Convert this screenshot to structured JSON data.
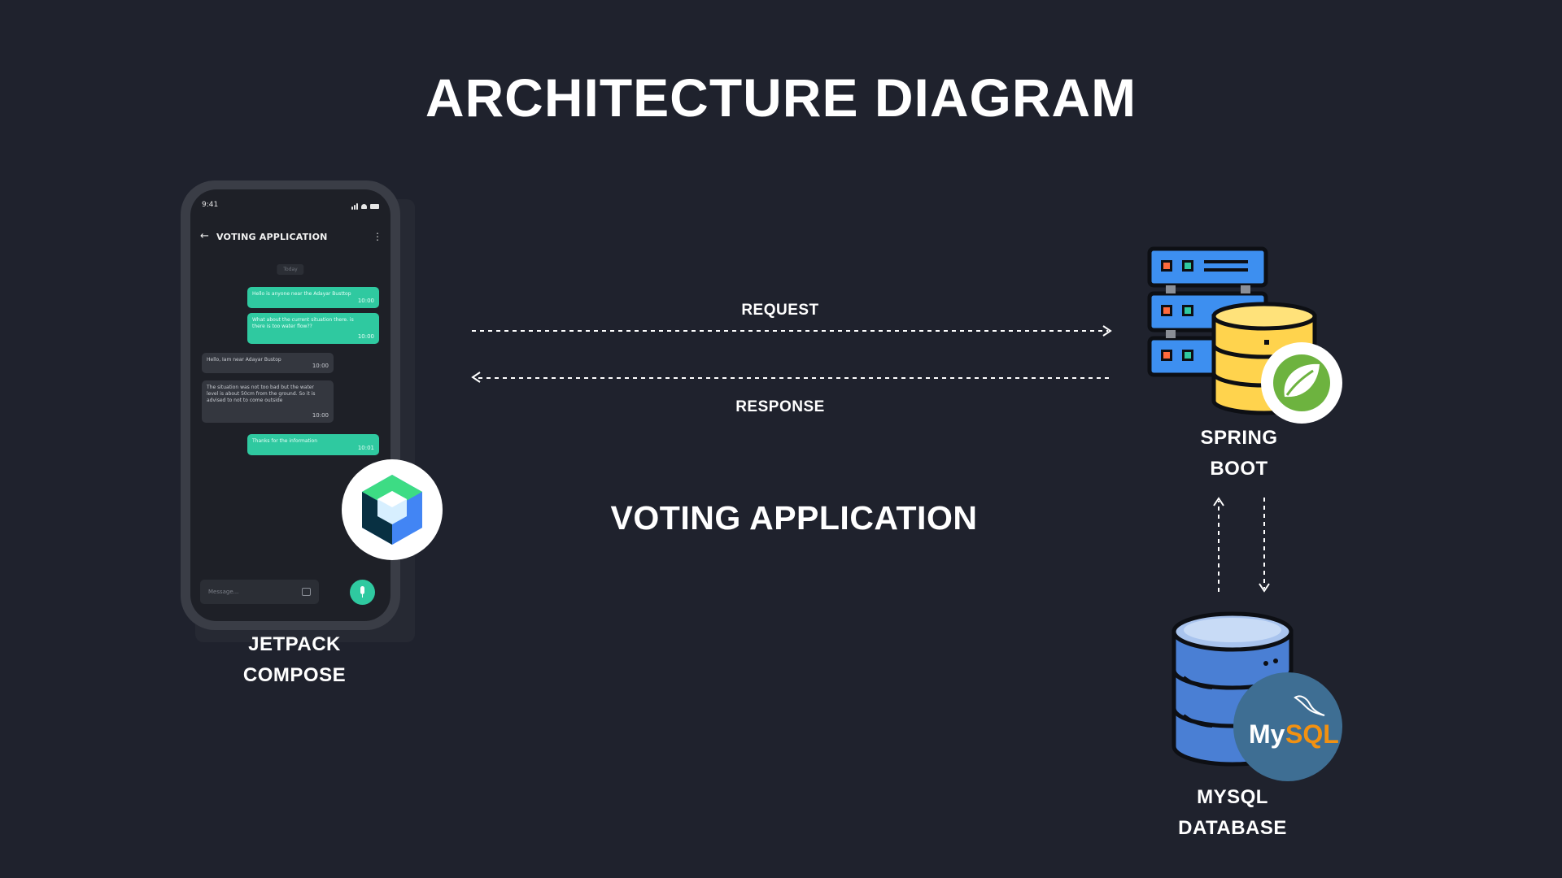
{
  "title": "ARCHITECTURE DIAGRAM",
  "center_label": "VOTING APPLICATION",
  "arrows": {
    "request": "REQUEST",
    "response": "RESPONSE"
  },
  "nodes": {
    "client": {
      "line1": "JETPACK",
      "line2": "COMPOSE",
      "icon": "jetpack-compose-logo"
    },
    "server": {
      "line1": "SPRING",
      "line2": "BOOT",
      "icon": "spring-boot-logo"
    },
    "database": {
      "line1": "MYSQL",
      "line2": "DATABASE",
      "icon": "mysql-logo",
      "logo_text_my": "My",
      "logo_text_sql": "SQL"
    }
  },
  "phone": {
    "status_time": "9:41",
    "app_title": "VOTING APPLICATION",
    "day_chip": "Today",
    "messages": [
      {
        "text": "Hello is anyone near the Adayar Busttop",
        "time": "10:00",
        "direction": "out"
      },
      {
        "text": "What about the current situation there. is there is too water flow??",
        "time": "10:00",
        "direction": "out"
      },
      {
        "text": "Hello, Iam near Adayar Bustop",
        "time": "10:00",
        "direction": "in"
      },
      {
        "text": "The situation was not too bad but the water level is about 50cm from the ground. So it is advised to not to come outside",
        "time": "10:00",
        "direction": "in"
      },
      {
        "text": "Thanks for the information",
        "time": "10:01",
        "direction": "out"
      }
    ],
    "input_placeholder": "Message..."
  },
  "colors": {
    "background": "#1f222d",
    "accent_teal": "#2fc9a0",
    "spring_green": "#6db33f",
    "mysql_blue": "#3e6e93",
    "mysql_orange": "#f29111",
    "server_blue": "#3d8ff0",
    "db_yellow": "#ffd34d"
  }
}
